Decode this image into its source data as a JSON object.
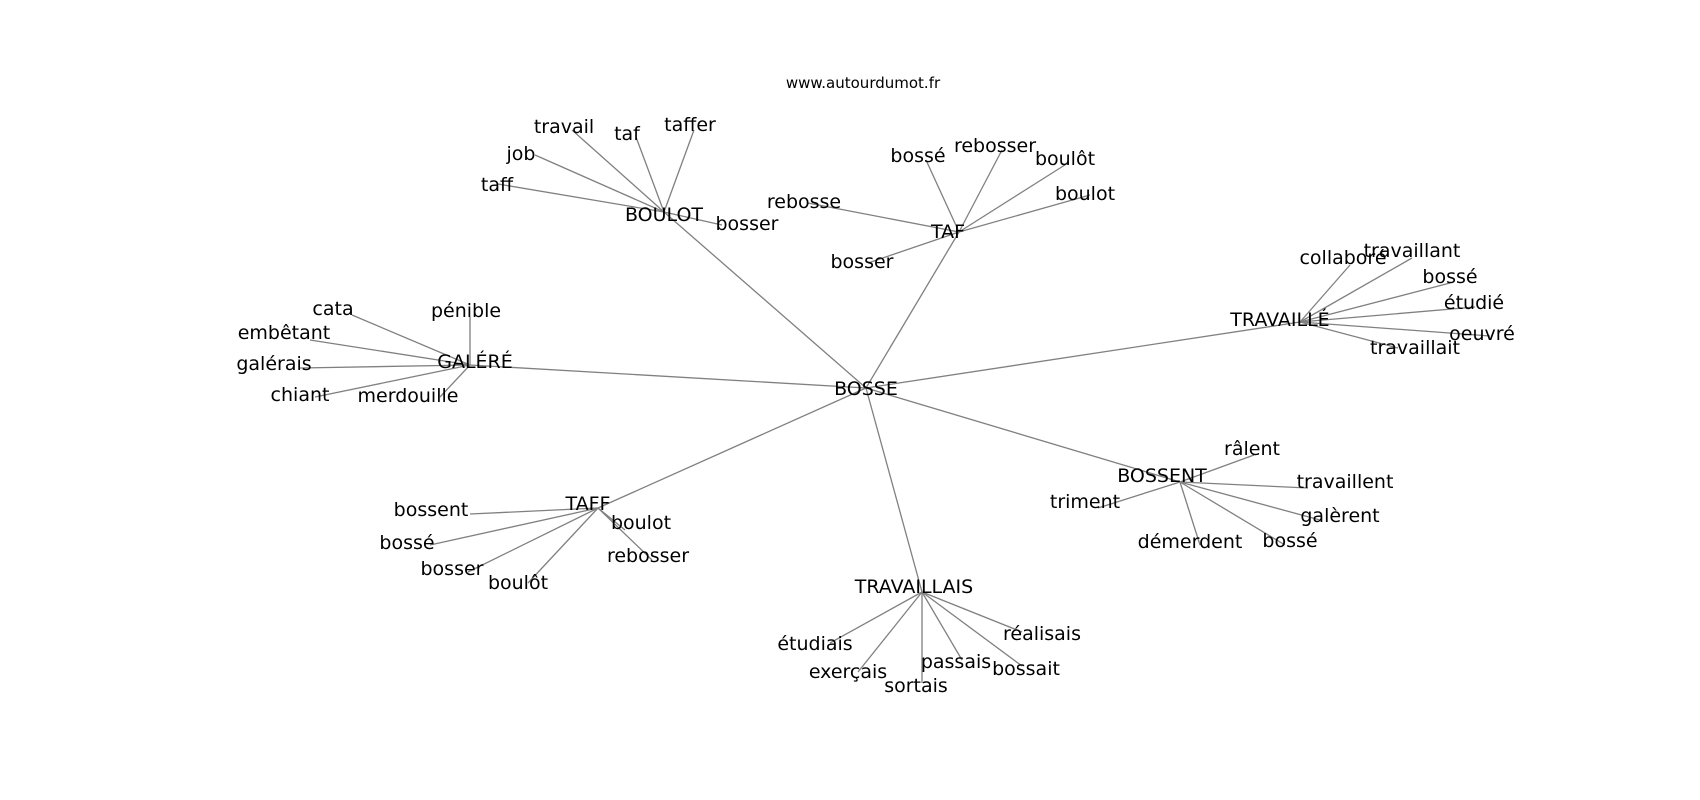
{
  "header": {
    "site": "www.autourdumot.fr"
  },
  "graph": {
    "root": "BOSSE",
    "clusters": [
      {
        "label": "BOULOT",
        "words": [
          "travail",
          "taf",
          "taffer",
          "job",
          "taff",
          "bosser"
        ]
      },
      {
        "label": "TAF",
        "words": [
          "bossé",
          "rebosser",
          "boulôt",
          "boulot",
          "rebosse",
          "bosser"
        ]
      },
      {
        "label": "TRAVAILLÉ",
        "words": [
          "collaboré",
          "travaillant",
          "bossé",
          "étudié",
          "oeuvré",
          "travaillait"
        ]
      },
      {
        "label": "GALÉRÉ",
        "words": [
          "cata",
          "pénible",
          "embêtant",
          "galérais",
          "chiant",
          "merdouille"
        ]
      },
      {
        "label": "BOSSENT",
        "words": [
          "râlent",
          "travaillent",
          "triment",
          "galèrent",
          "démerdent",
          "bossé"
        ]
      },
      {
        "label": "TAFF",
        "words": [
          "bossent",
          "boulot",
          "bossé",
          "rebosser",
          "bosser",
          "boulôt"
        ]
      },
      {
        "label": "TRAVAILLAIS",
        "words": [
          "étudiais",
          "réalisais",
          "exerçais",
          "passais",
          "bossait",
          "sortais"
        ]
      }
    ]
  }
}
